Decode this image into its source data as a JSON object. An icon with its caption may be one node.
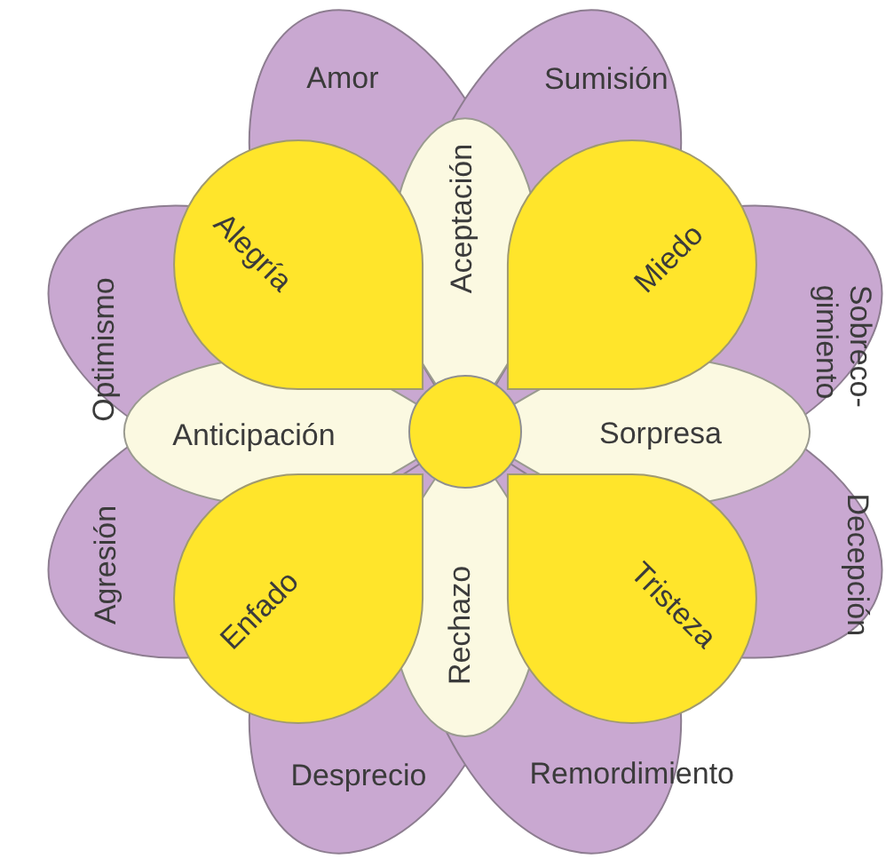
{
  "diagram": {
    "nodes": [
      {
        "text": [
          "Amor"
        ]
      },
      {
        "text": [
          "Sumisión"
        ]
      },
      {
        "text": [
          "Aceptación"
        ]
      },
      {
        "text": [
          "Alegría"
        ]
      },
      {
        "text": [
          "Miedo"
        ]
      },
      {
        "text": [
          "Optimismo"
        ]
      },
      {
        "text": [
          "Sobreco- gimiento"
        ]
      },
      {
        "text": [
          "Anticipación"
        ]
      },
      {
        "text": [],
        "shape": "circle"
      },
      {
        "text": [
          "Sorpresa"
        ]
      },
      {
        "text": [
          "Agresión"
        ]
      },
      {
        "text": [
          "Decepción"
        ]
      },
      {
        "text": [
          "Enfado"
        ]
      },
      {
        "text": [
          "Rechazo"
        ]
      },
      {
        "text": [
          "Tristeza"
        ]
      },
      {
        "text": [
          "Desprecio"
        ]
      },
      {
        "text": [
          "Remordimiento"
        ]
      }
    ]
  }
}
